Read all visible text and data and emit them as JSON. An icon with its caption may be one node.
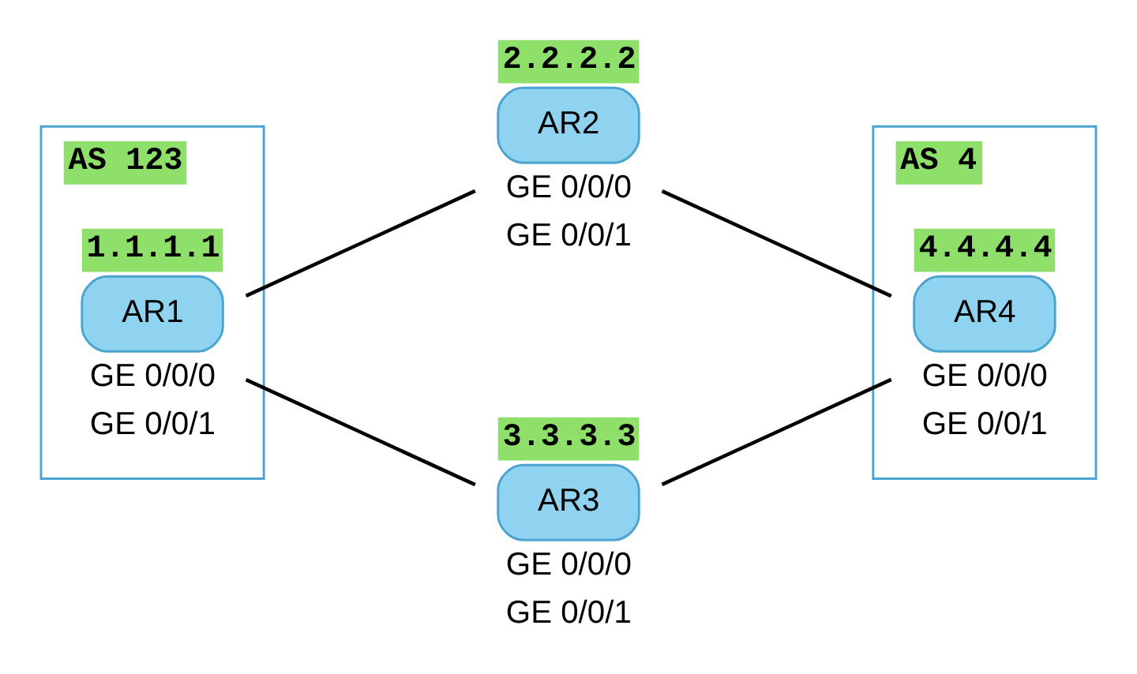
{
  "diagram": {
    "nodes": [
      {
        "text": [
          "AS 123"
        ]
      },
      {
        "text": [
          "AS 4"
        ]
      },
      {
        "text": [
          "AR1"
        ],
        "in": 0,
        "beside": [
          "1.1.1.1",
          "GE 0/0/0",
          "GE 0/0/1"
        ]
      },
      {
        "text": [
          "AR2"
        ],
        "beside": [
          "2.2.2.2",
          "GE 0/0/0",
          "GE 0/0/1"
        ]
      },
      {
        "text": [
          "AR3"
        ],
        "beside": [
          "3.3.3.3",
          "GE 0/0/0",
          "GE 0/0/1"
        ]
      },
      {
        "text": [
          "AR4"
        ],
        "in": 1,
        "beside": [
          "4.4.4.4",
          "GE 0/0/0",
          "GE 0/0/1"
        ]
      }
    ],
    "edges": [
      {
        "from": 2,
        "to": 3,
        "arrow": "none"
      },
      {
        "from": 2,
        "to": 4,
        "arrow": "none"
      },
      {
        "from": 3,
        "to": 5,
        "arrow": "none"
      },
      {
        "from": 4,
        "to": 5,
        "arrow": "none"
      }
    ]
  }
}
